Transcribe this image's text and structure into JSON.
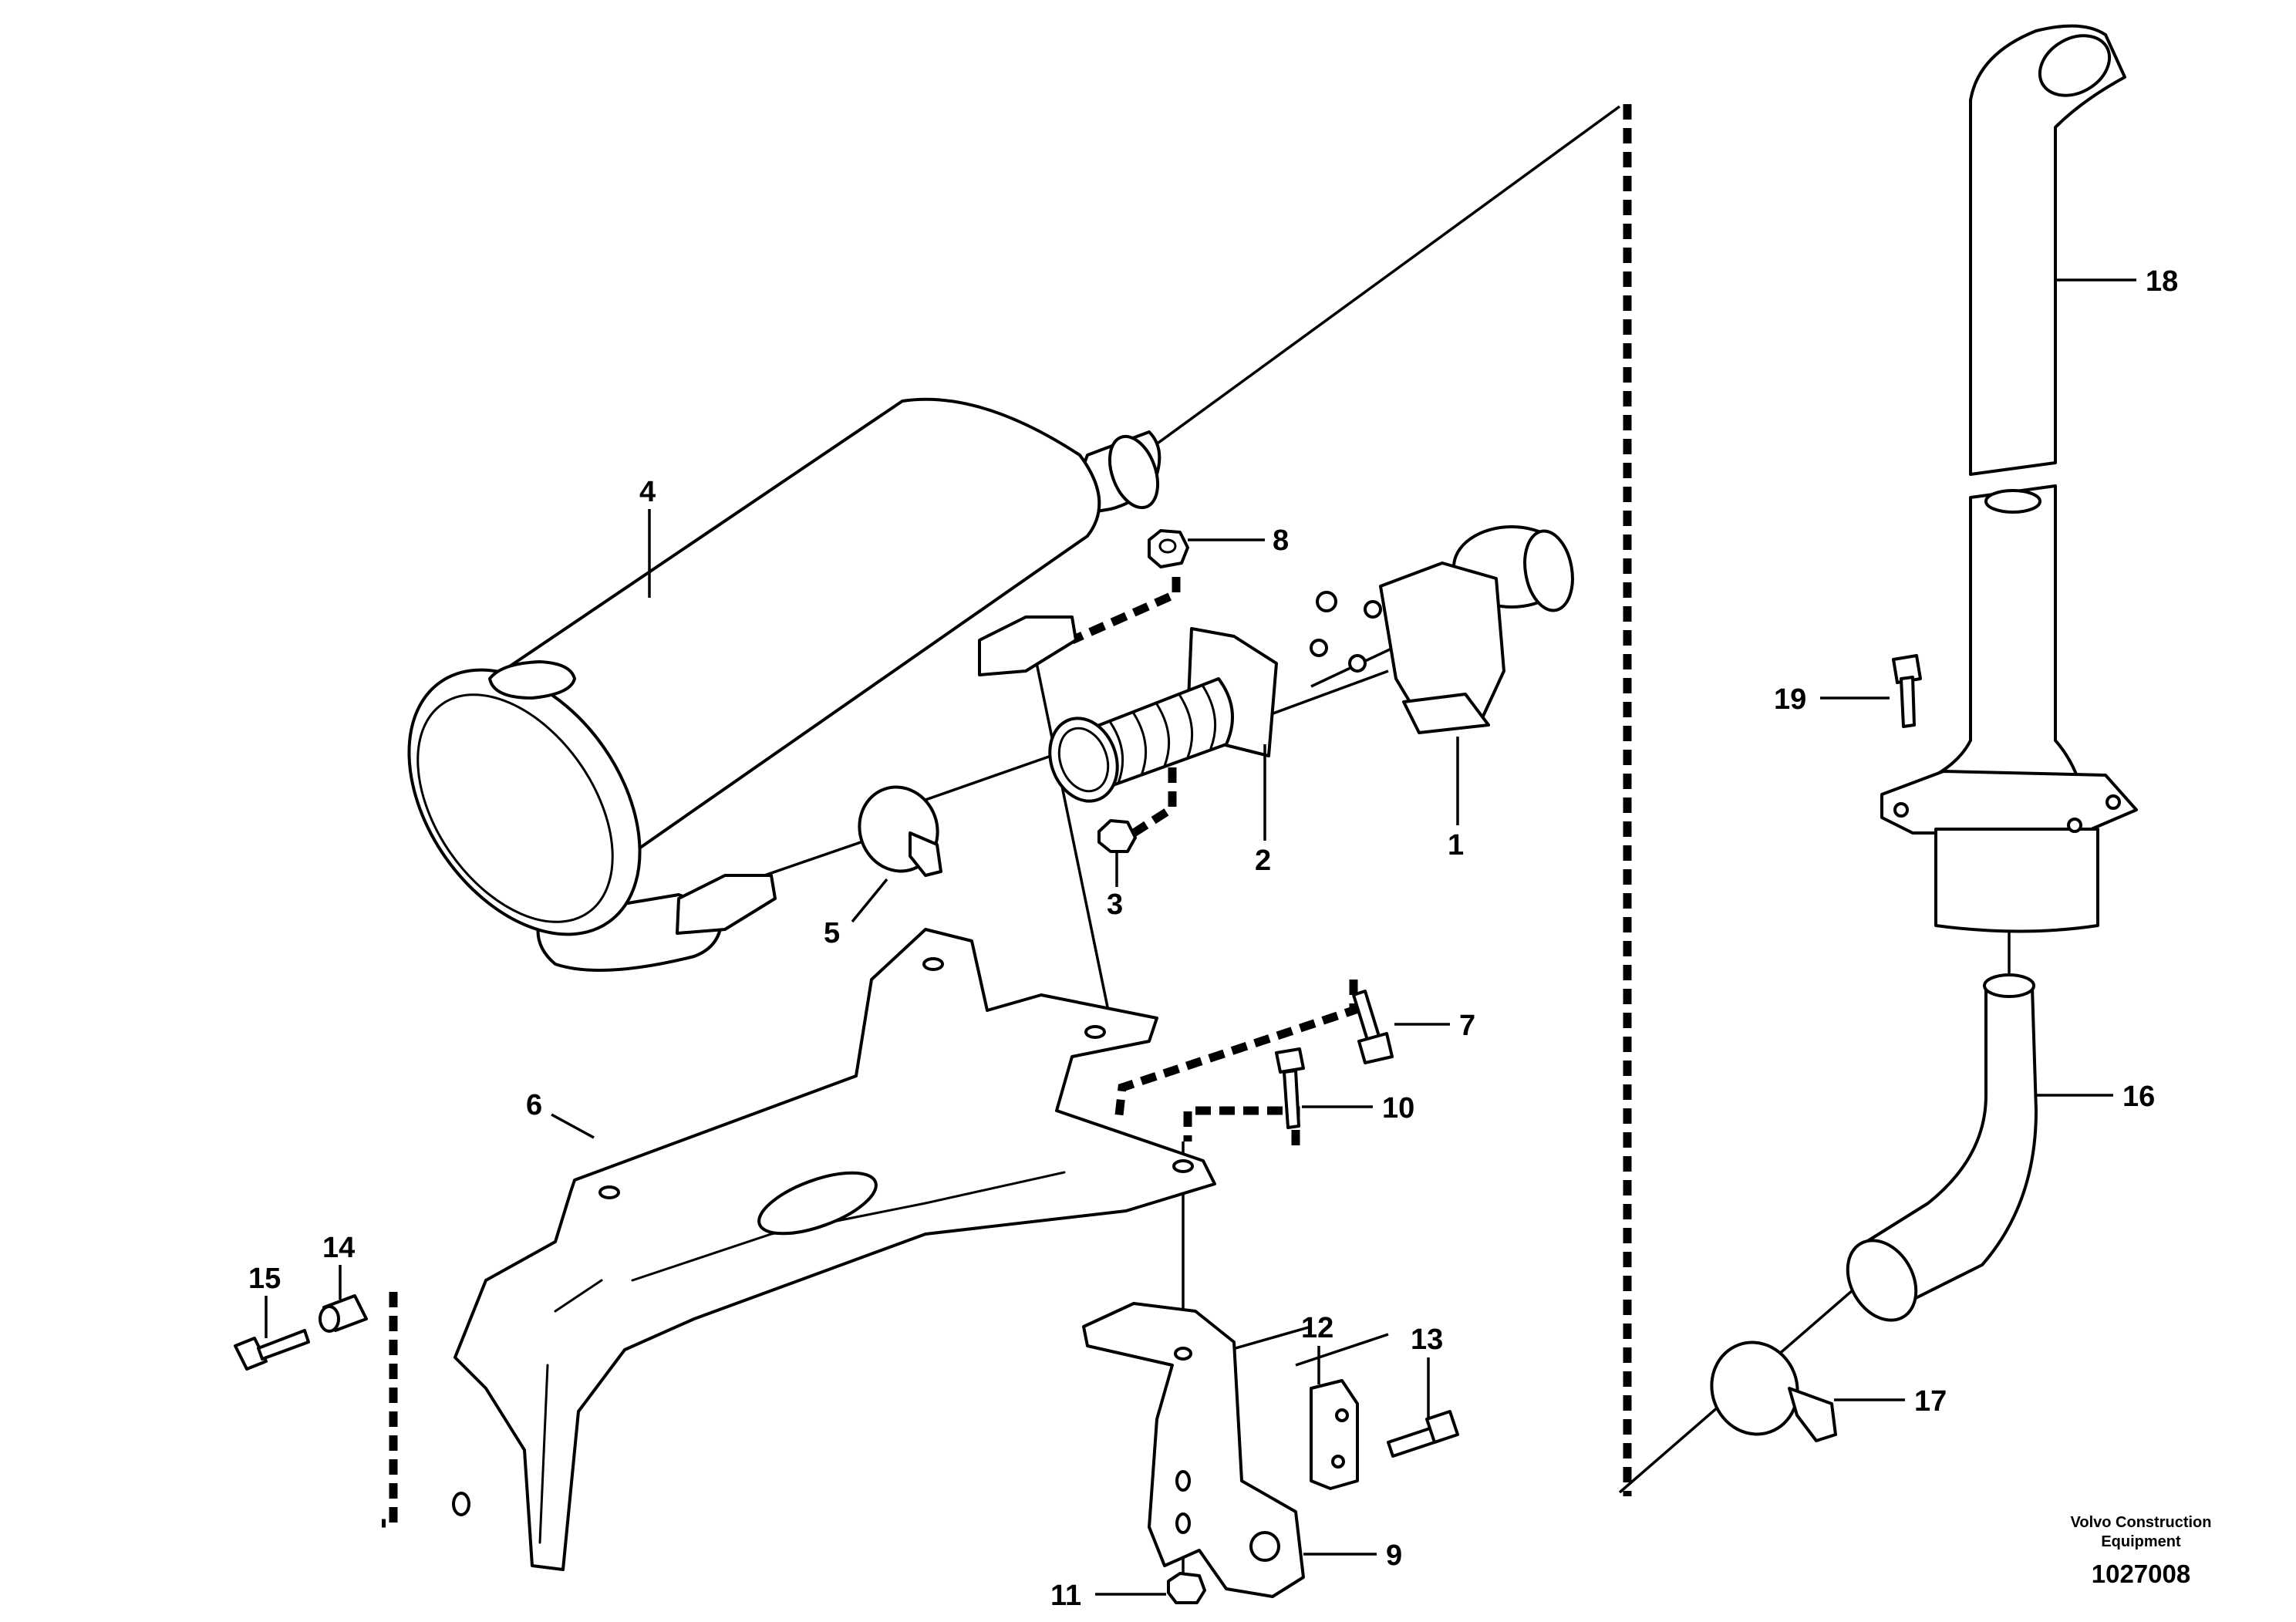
{
  "callouts": {
    "p1": "1",
    "p2": "2",
    "p3": "3",
    "p4": "4",
    "p5": "5",
    "p6": "6",
    "p7": "7",
    "p8": "8",
    "p9": "9",
    "p10": "10",
    "p11": "11",
    "p12": "12",
    "p13": "13",
    "p14": "14",
    "p15": "15",
    "p16": "16",
    "p17": "17",
    "p18": "18",
    "p19": "19"
  },
  "footer": {
    "brand_line1": "Volvo Construction",
    "brand_line2": "Equipment",
    "doc_number": "1027008"
  }
}
